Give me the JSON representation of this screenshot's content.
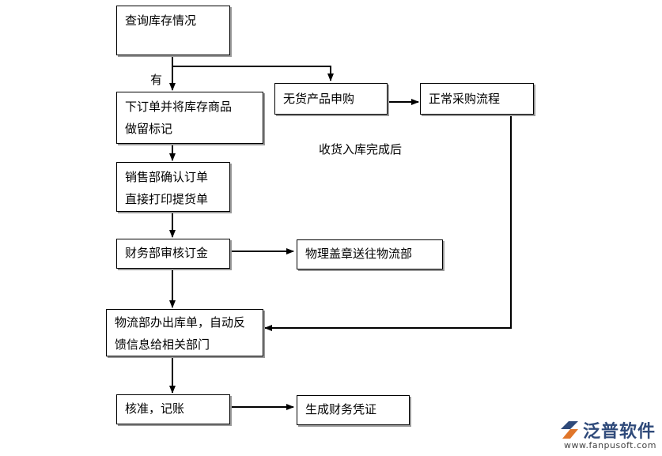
{
  "nodes": {
    "query": [
      "查询库存情况"
    ],
    "order": [
      "下订单并将库存商品",
      "做留标记"
    ],
    "sales": [
      "销售部确认订单",
      "直接打印提货单"
    ],
    "finance": [
      "财务部审核订金"
    ],
    "logistics": [
      "物流部办出库单，自动反",
      "馈信息给相关部门"
    ],
    "approve": [
      "核准，记账"
    ],
    "no_stock": [
      "无货产品申购"
    ],
    "purchase": [
      "正常采购流程"
    ],
    "stamp": [
      "物理盖章送往物流部"
    ],
    "voucher": [
      "生成财务凭证"
    ]
  },
  "labels": {
    "has_stock": "有",
    "after_receive": "收货入库完成后"
  },
  "logo": {
    "name": "泛普软件",
    "url": "www.fanpusoft.com",
    "colors": {
      "primary": "#2f4a7a",
      "accent": "#e0762a"
    }
  }
}
